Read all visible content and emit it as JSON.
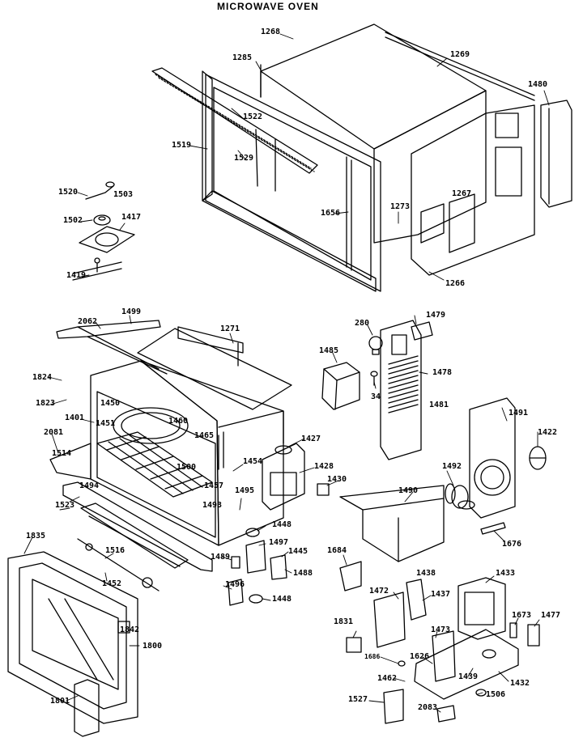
{
  "title": "MICROWAVE OVEN",
  "labels": {
    "p1268": "1268",
    "p1285": "1285",
    "p1269": "1269",
    "p1480": "1480",
    "p1522": "1522",
    "p1519": "1519",
    "p1529": "1529",
    "p1656": "1656",
    "p1273": "1273",
    "p1267": "1267",
    "p1266": "1266",
    "p1520": "1520",
    "p1503": "1503",
    "p1502": "1502",
    "p1417": "1417",
    "p1419": "1419",
    "p2062": "2062",
    "p1499": "1499",
    "p1271": "1271",
    "p280": "280",
    "p1479": "1479",
    "p1485": "1485",
    "p34": "34",
    "p1478": "1478",
    "p1824": "1824",
    "p1823": "1823",
    "p1450": "1450",
    "p1401": "1401",
    "p1451": "1451",
    "p2081": "2081",
    "p1514": "1514",
    "p1460": "1460",
    "p1465": "1465",
    "p1500": "1500",
    "p1427": "1427",
    "p1454": "1454",
    "p1428": "1428",
    "p1481": "1481",
    "p1491": "1491",
    "p1422": "1422",
    "p1492": "1492",
    "p1494": "1494",
    "p1523": "1523",
    "p1457": "1457",
    "p1493": "1493",
    "p1495": "1495",
    "p1430": "1430",
    "p1490": "1490",
    "p1676": "1676",
    "p1448a": "1448",
    "p1497": "1497",
    "p1445": "1445",
    "p1488": "1488",
    "p1835": "1835",
    "p1516": "1516",
    "p1489": "1489",
    "p1452": "1452",
    "p1496": "1496",
    "p1448b": "1448",
    "p1684": "1684",
    "p1438": "1438",
    "p1472": "1472",
    "p1437": "1437",
    "p1433": "1433",
    "p1831": "1831",
    "p1842": "1842",
    "p1800": "1800",
    "p1473": "1473",
    "p1673": "1673",
    "p1477": "1477",
    "p1686": "1686",
    "p1626": "1626",
    "p1439": "1439",
    "p1462": "1462",
    "p1432": "1432",
    "p1801": "1801",
    "p1527": "1527",
    "p1506": "1506",
    "p2083": "2083"
  }
}
